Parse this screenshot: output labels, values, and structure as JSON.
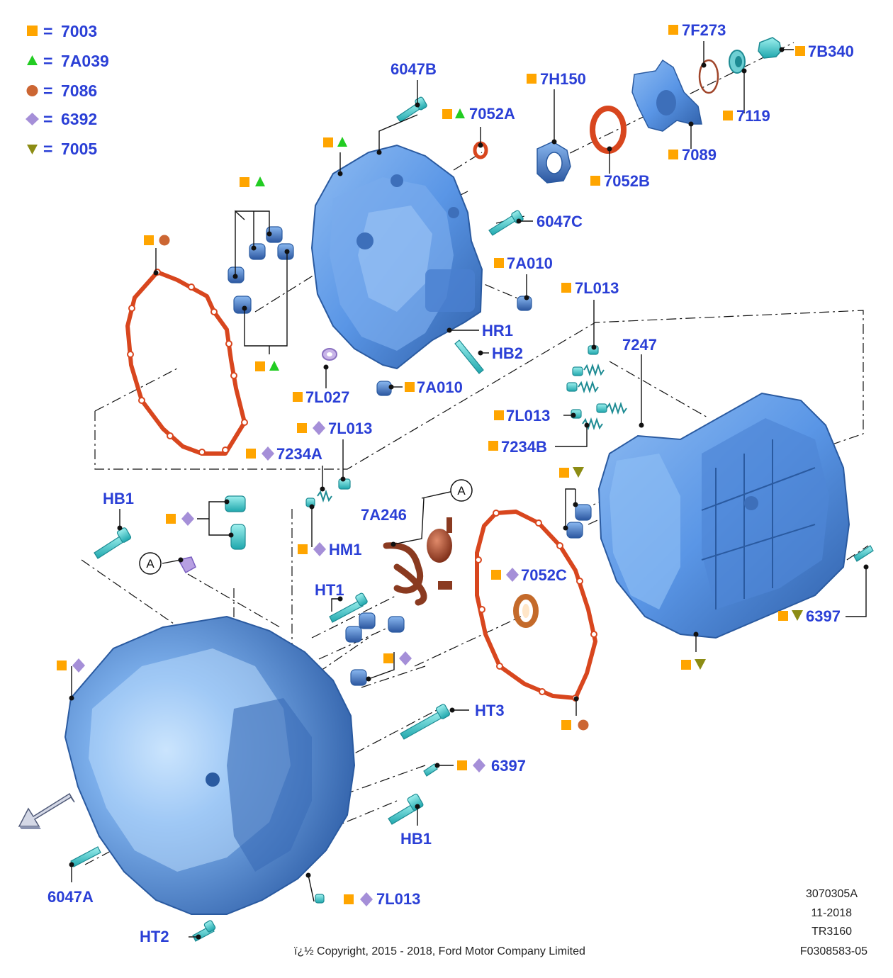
{
  "colors": {
    "label_blue": "#2a3fd6",
    "square": "#ffa500",
    "triangle_up": "#22cc22",
    "circle": "#cc6633",
    "diamond": "#a58fd8",
    "triangle_down": "#8c8c14",
    "housing": "#5a96e6",
    "housing_dark": "#3563a8",
    "gasket": "#d8461e",
    "hardware": "#44d4d4",
    "bushing": "#4a7fd6"
  },
  "legend": [
    {
      "icon": "square",
      "code": "7003"
    },
    {
      "icon": "triangle-up",
      "code": "7A039"
    },
    {
      "icon": "circle",
      "code": "7086"
    },
    {
      "icon": "diamond",
      "code": "6392"
    },
    {
      "icon": "triangle-down",
      "code": "7005"
    }
  ],
  "legend_eq": "=",
  "labels": {
    "l_6047B": "6047B",
    "l_7052A": "7052A",
    "l_7H150": "7H150",
    "l_7F273": "7F273",
    "l_7B340": "7B340",
    "l_7119": "7119",
    "l_7089": "7089",
    "l_7052B": "7052B",
    "l_6047C": "6047C",
    "l_7A010a": "7A010",
    "l_7L013a": "7L013",
    "l_HR1": "HR1",
    "l_HB2": "HB2",
    "l_7247": "7247",
    "l_7A010b": "7A010",
    "l_7L027": "7L027",
    "l_7L013b": "7L013",
    "l_7L013c": "7L013",
    "l_7234B": "7234B",
    "l_7234A": "7234A",
    "l_HB1a": "HB1",
    "l_7A246": "7A246",
    "l_HM1": "HM1",
    "l_7052C": "7052C",
    "l_HT1": "HT1",
    "l_6397a": "6397",
    "l_HT3": "HT3",
    "l_6397b": "6397",
    "l_HB1b": "HB1",
    "l_6047A": "6047A",
    "l_7L013d": "7L013",
    "l_HT2": "HT2",
    "callout_A1": "A",
    "callout_A2": "A"
  },
  "footer": {
    "ref1": "3070305A",
    "ref2": "11-2018",
    "ref3": "TR3160",
    "ref4": "F0308583-05",
    "copyright": "ï¿½ Copyright, 2015 - 2018, Ford Motor Company Limited"
  }
}
